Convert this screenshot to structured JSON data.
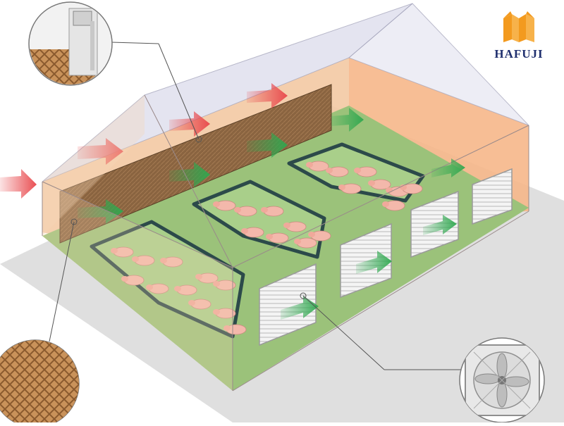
{
  "brand": {
    "name": "HAFUJI",
    "logo_icon": "folded-panels-logo-icon",
    "logo_color": "#f39a1e",
    "text_color": "#1f2f6e"
  },
  "colors": {
    "roof": "#dcdcec",
    "wall": "#f3c9a3",
    "floor": "#9bc27a",
    "pen": "#2c4a4a",
    "cooling_pad": "#8a6440",
    "hot_air": "#e8464a",
    "cool_air": "#2fa84f",
    "ground_shadow": "#d9d9d9"
  },
  "icons": {
    "hot_air_arrow": "hot-air-arrow-icon",
    "cool_air_arrow": "cool-air-arrow-icon",
    "pig": "pig-icon",
    "exhaust_fan": "exhaust-fan-icon",
    "cooling_pad": "cooling-pad-icon"
  },
  "layout_counts": {
    "pens": 3,
    "exhaust_fans": 4,
    "detail_callouts": 3
  }
}
